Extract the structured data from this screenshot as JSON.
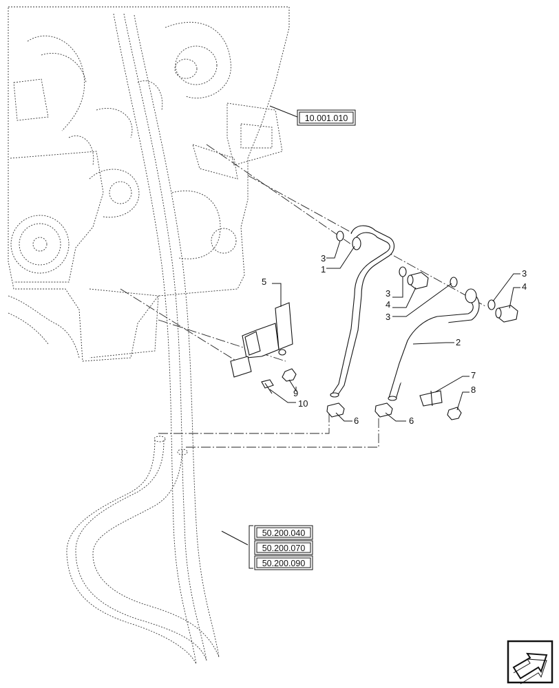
{
  "callouts": {
    "p1": "1",
    "p2": "2",
    "p3a": "3",
    "p3b": "3",
    "p3c": "3",
    "p3d": "3",
    "p4a": "4",
    "p4b": "4",
    "p5": "5",
    "p6a": "6",
    "p6b": "6",
    "p7": "7",
    "p8": "8",
    "p9": "9",
    "p10": "10"
  },
  "references": {
    "engine": "10.001.010",
    "hose_refs": [
      "50.200.040",
      "50.200.070",
      "50.200.090"
    ]
  },
  "nav_icon": "next-page-arrow-icon"
}
